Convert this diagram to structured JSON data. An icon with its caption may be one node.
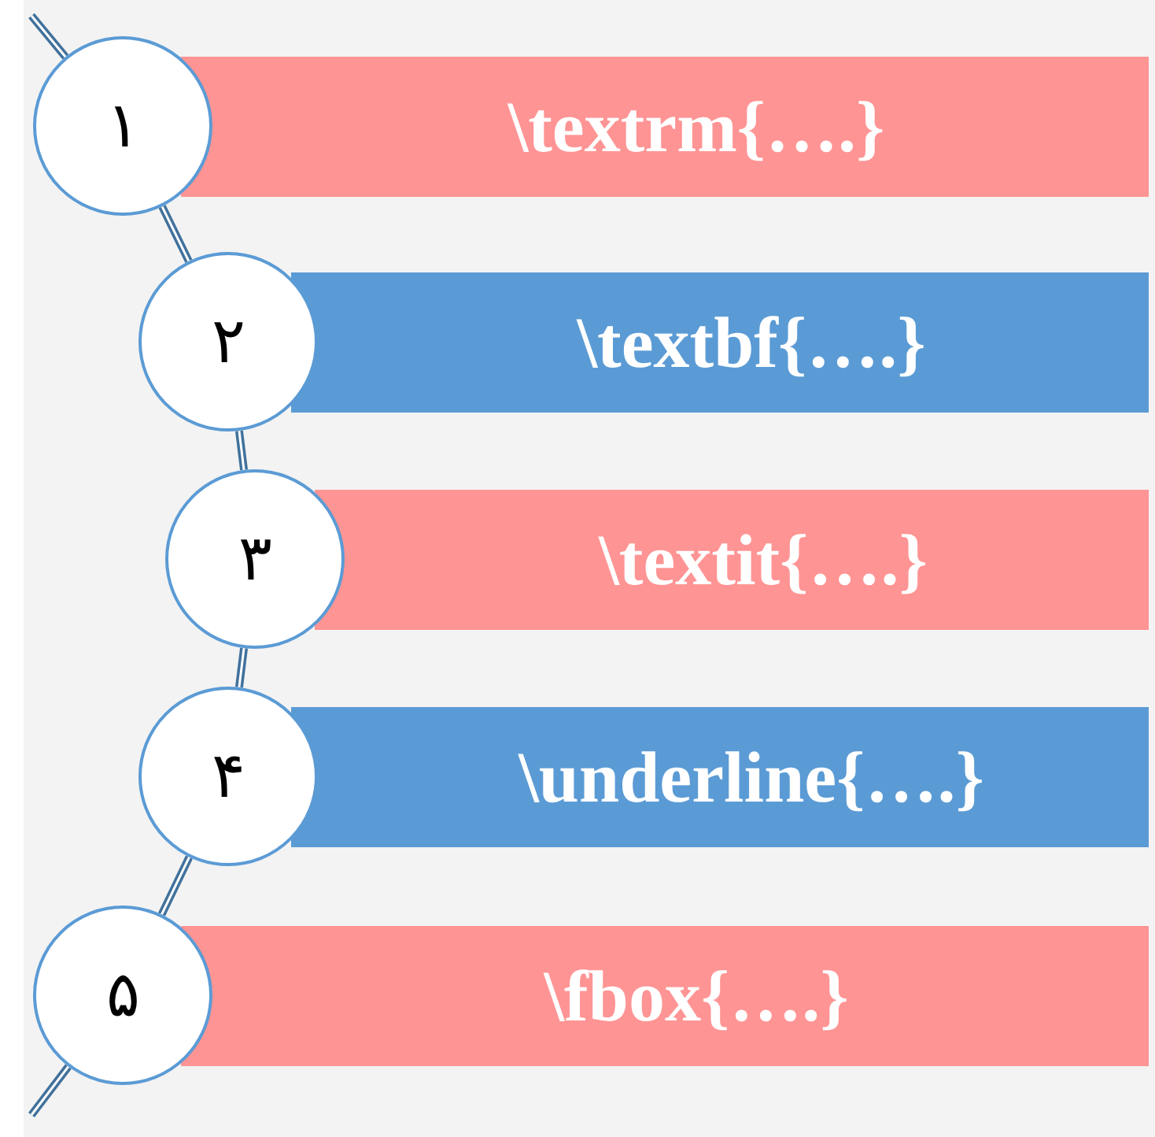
{
  "diagram": {
    "nodes": [
      {
        "text": [
          "١"
        ]
      },
      {
        "text": [
          "\\textrm{….}"
        ]
      },
      {
        "text": [
          "٢"
        ]
      },
      {
        "text": [
          "\\textbf{….}"
        ]
      },
      {
        "text": [
          "٣"
        ]
      },
      {
        "text": [
          "\\textit{….}"
        ]
      },
      {
        "text": [
          "۴"
        ]
      },
      {
        "text": [
          "\\underline{….}"
        ]
      },
      {
        "text": [
          "۵"
        ]
      },
      {
        "text": [
          "\\fbox{….}"
        ]
      }
    ],
    "edges": [
      {
        "from": null,
        "to": 0,
        "arrow": "none"
      },
      {
        "from": 0,
        "to": 2,
        "arrow": "none"
      },
      {
        "from": 2,
        "to": 4,
        "arrow": "none"
      },
      {
        "from": 4,
        "to": 6,
        "arrow": "none"
      },
      {
        "from": 6,
        "to": 8,
        "arrow": "none"
      },
      {
        "from": 8,
        "to": null,
        "arrow": "none"
      }
    ]
  }
}
